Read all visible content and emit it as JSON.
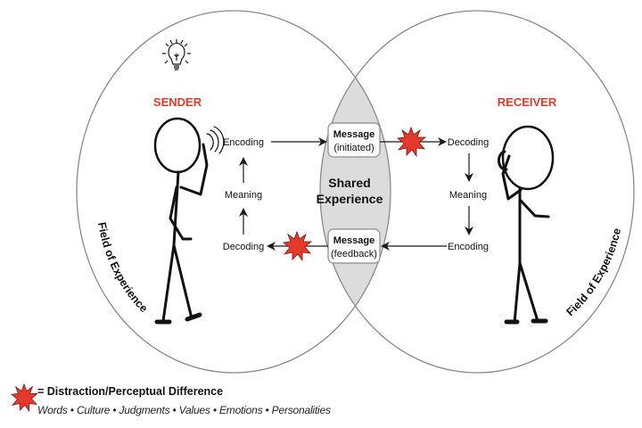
{
  "diagram": {
    "type": "communication-model",
    "sender": {
      "label": "SENDER",
      "icon": "lightbulb-icon"
    },
    "receiver": {
      "label": "RECEIVER"
    },
    "field_left": "Field of Experience",
    "field_right": "Field of Experience",
    "shared": {
      "line1": "Shared",
      "line2": "Experience"
    },
    "sender_steps": {
      "encoding": "Encoding",
      "meaning": "Meaning",
      "decoding": "Decoding"
    },
    "receiver_steps": {
      "decoding": "Decoding",
      "meaning": "Meaning",
      "encoding": "Encoding"
    },
    "message_initiated": {
      "line1": "Message",
      "line2": "(initiated)"
    },
    "message_feedback": {
      "line1": "Message",
      "line2": "(feedback)"
    },
    "colors": {
      "accent_red": "#e5392b",
      "shared_fill": "#dcdcdc",
      "circle_stroke": "#8a8a8a"
    }
  },
  "legend": {
    "symbol": "starburst-icon",
    "title": "= Distraction/Perceptual Difference",
    "subtitle": "Words • Culture • Judgments • Values • Emotions • Personalities"
  }
}
